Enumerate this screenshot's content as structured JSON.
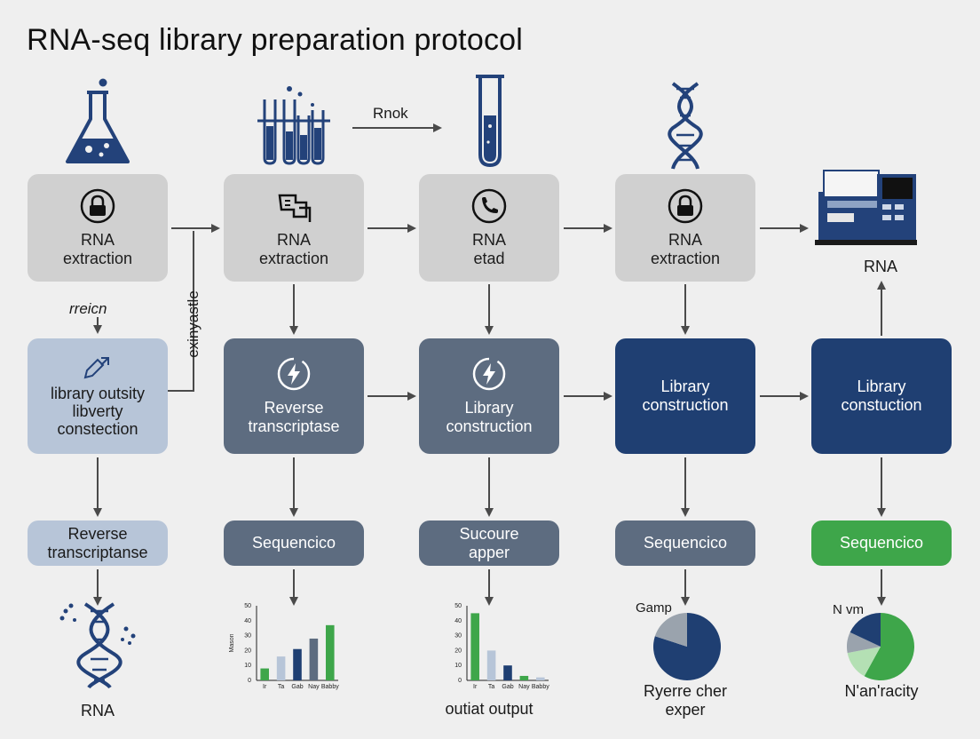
{
  "title": "RNA-seq library preparation protocol",
  "colors": {
    "navy": "#1f3f72",
    "slate": "#5d6c80",
    "light": "#b7c5d8",
    "gray": "#d0d0d0",
    "green": "#3ea64a",
    "dark_blue_icon": "#23427a"
  },
  "row1": [
    {
      "line1": "RNA",
      "line2": "extraction",
      "icon": "lock-icon"
    },
    {
      "line1": "RNA",
      "line2": "extraction",
      "icon": "plug-icon"
    },
    {
      "line1": "RNA",
      "line2": "etad",
      "icon": "phone-icon"
    },
    {
      "line1": "RNA",
      "line2": "extraction",
      "icon": "lock-icon"
    }
  ],
  "top_arrow_label": "Rnok",
  "machine_label": "RNA",
  "side_label_left": "rreicn",
  "side_label_vertical": "exinyastle",
  "row2": [
    {
      "line1": "library outsity",
      "line2": "libverty",
      "line3": "constection"
    },
    {
      "line1": "Reverse",
      "line2": "transcriptase"
    },
    {
      "line1": "Library",
      "line2": "construction"
    },
    {
      "line1": "Library",
      "line2": "construction"
    },
    {
      "line1": "Library",
      "line2": "constuction"
    }
  ],
  "row3": [
    {
      "line1": "Reverse",
      "line2": "transcriptanse"
    },
    {
      "line1": "Sequencico"
    },
    {
      "line1": "Sucoure",
      "line2": "apper"
    },
    {
      "line1": "Sequencico"
    },
    {
      "line1": "Sequencico"
    }
  ],
  "bottom": {
    "dna_label": "RNA",
    "chart2_caption": "outiat output",
    "pie1_title": "Gamp",
    "pie1_caption_1": "Ryerre cher",
    "pie1_caption_2": "exper",
    "pie2_title": "N vm",
    "pie2_caption": "N'an'racity"
  },
  "chart_data": [
    {
      "type": "bar",
      "ylabel": "Mason",
      "categories": [
        "Ir",
        "Ta",
        "Gab",
        "Nay",
        "Babby"
      ],
      "values": [
        8,
        16,
        21,
        28,
        37
      ],
      "ylim": [
        0,
        50
      ],
      "yticks": [
        0,
        10,
        20,
        30,
        40,
        50
      ],
      "colors": [
        "#3ea64a",
        "#b7c5d8",
        "#1f3f72",
        "#5d6c80",
        "#3ea64a"
      ]
    },
    {
      "type": "bar",
      "categories": [
        "Ir",
        "Ta",
        "Gab",
        "Nay",
        "Babby"
      ],
      "values": [
        45,
        20,
        10,
        3,
        2
      ],
      "ylim": [
        0,
        50
      ],
      "yticks": [
        0,
        10,
        20,
        30,
        40,
        50
      ],
      "colors": [
        "#3ea64a",
        "#b7c5d8",
        "#1f3f72",
        "#3ea64a",
        "#b7c5d8"
      ]
    },
    {
      "type": "pie",
      "values": [
        80,
        20
      ],
      "colors": [
        "#1f3f72",
        "#9aa3ad"
      ]
    },
    {
      "type": "pie",
      "values": [
        58,
        14,
        10,
        18
      ],
      "colors": [
        "#3ea64a",
        "#b4e0b4",
        "#9aa3ad",
        "#1f3f72"
      ]
    }
  ]
}
